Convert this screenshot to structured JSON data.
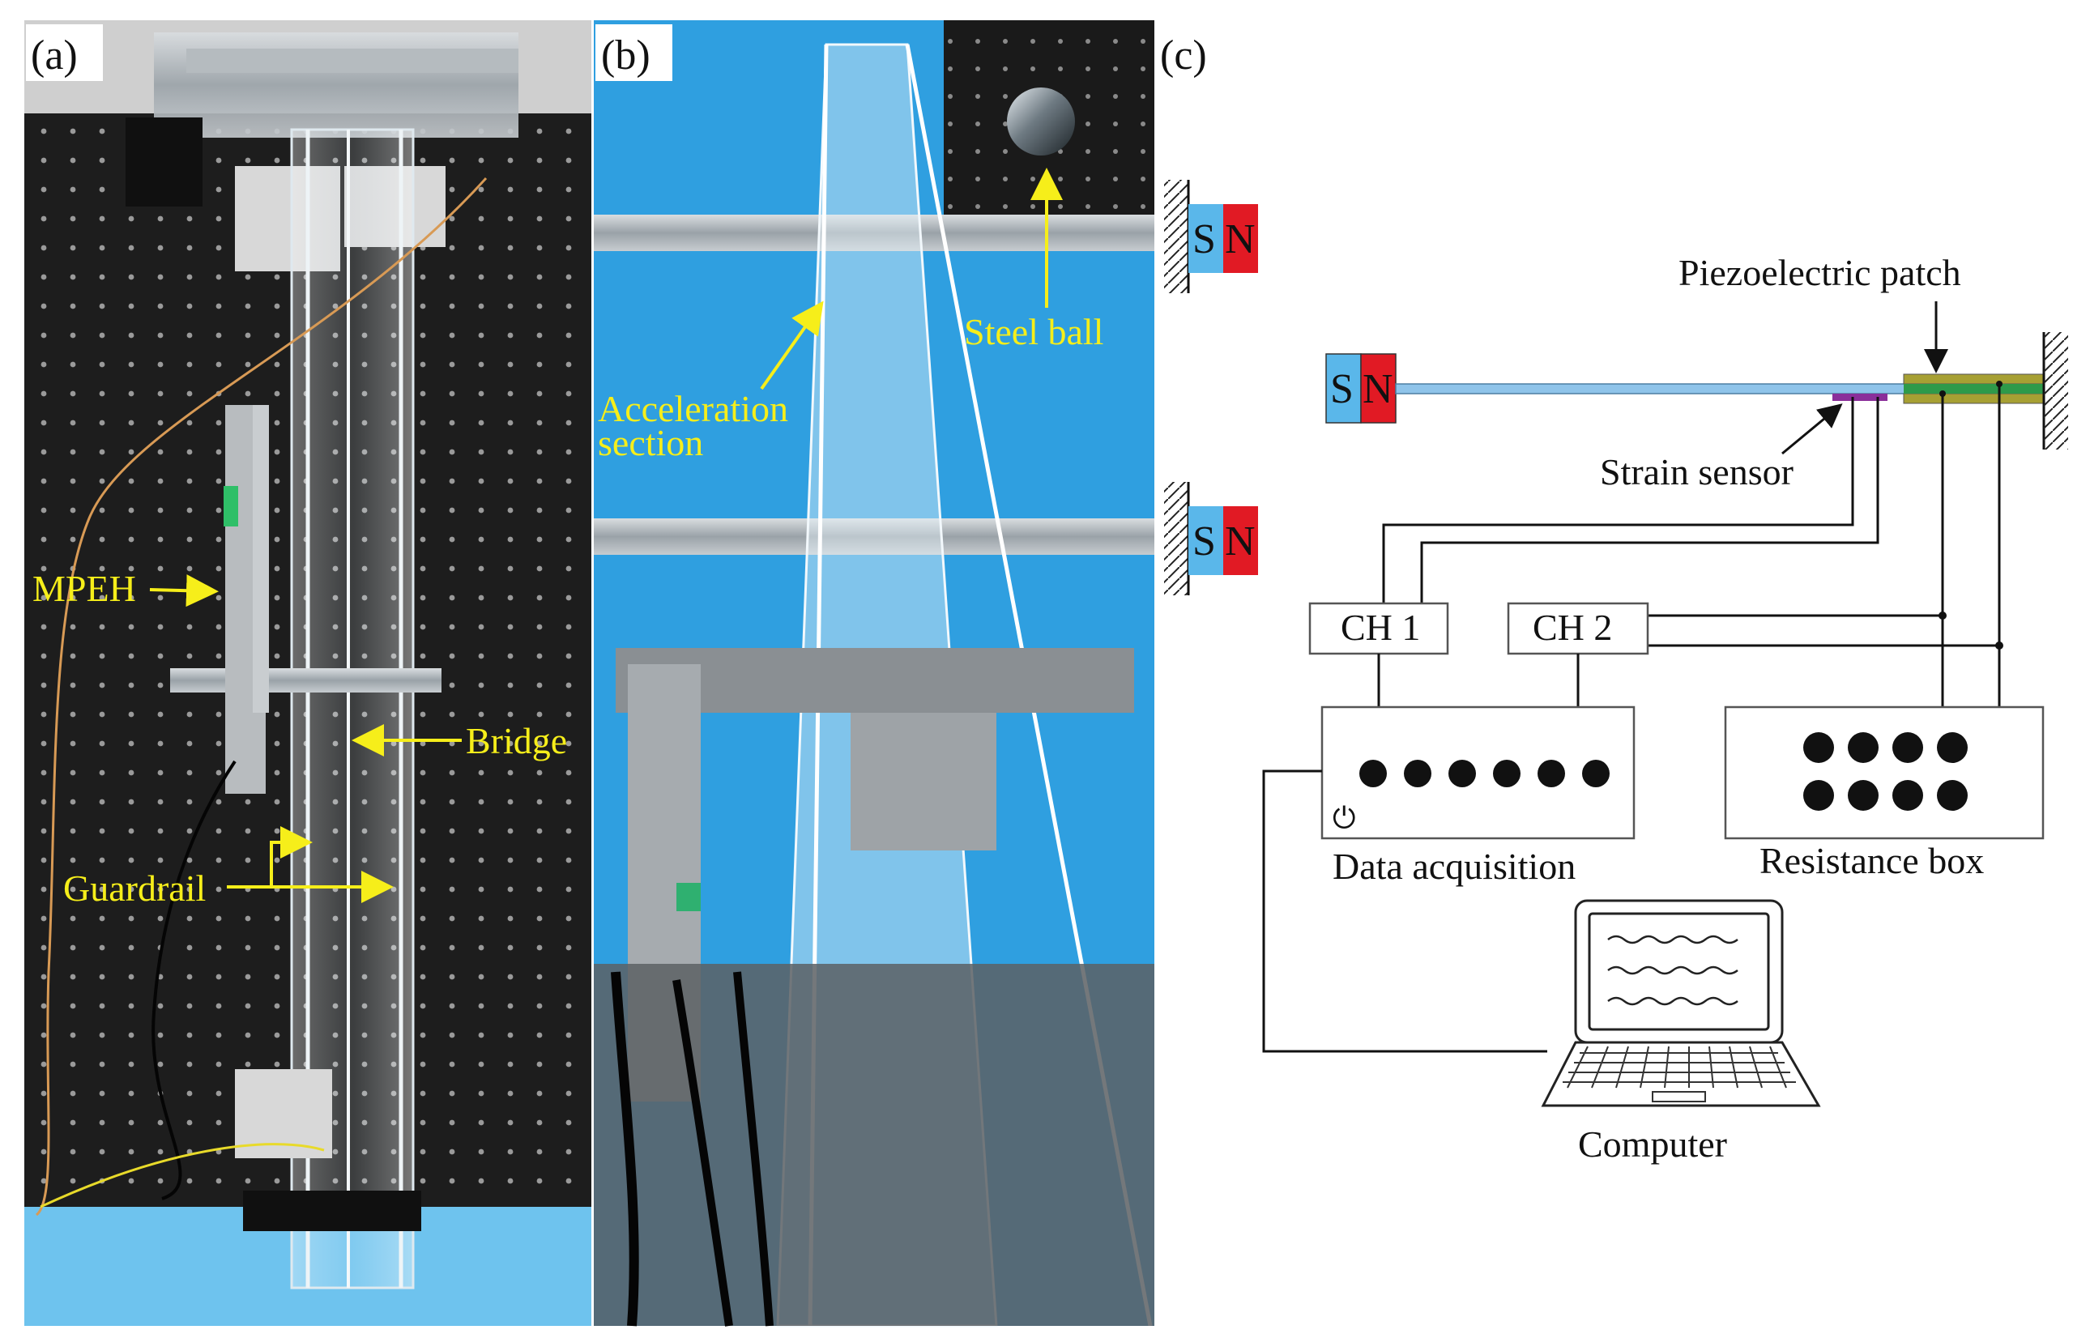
{
  "panels": {
    "a": {
      "label": "(a)",
      "annotations": {
        "mpeh": "MPEH",
        "bridge": "Bridge",
        "guardrail": "Guardrail"
      }
    },
    "b": {
      "label": "(b)",
      "annotations": {
        "acceleration_1": "Acceleration",
        "acceleration_2": "section",
        "steel_ball": "Steel ball"
      }
    },
    "c": {
      "label": "(c)",
      "magnet_s": "S",
      "magnet_n": "N",
      "piezo_patch": "Piezoelectric patch",
      "strain_sensor": "Strain sensor",
      "ch1": "CH 1",
      "ch2": "CH 2",
      "data_acquisition": "Data acquisition",
      "resistance_box": "Resistance box",
      "computer": "Computer",
      "power_symbol": "⏻"
    }
  },
  "colors": {
    "annotation_yellow": "#f6ee1a",
    "magnet_s_blue": "#5ab7ea",
    "magnet_n_red": "#e11a24",
    "background_blue": "#2f9fe0",
    "breadboard_black": "#1c1c1c",
    "beam_blue": "#8fc4ea",
    "piezo_olive": "#a7a033",
    "piezo_green": "#2e9a4a",
    "sensor_purple": "#8a2f9a"
  }
}
